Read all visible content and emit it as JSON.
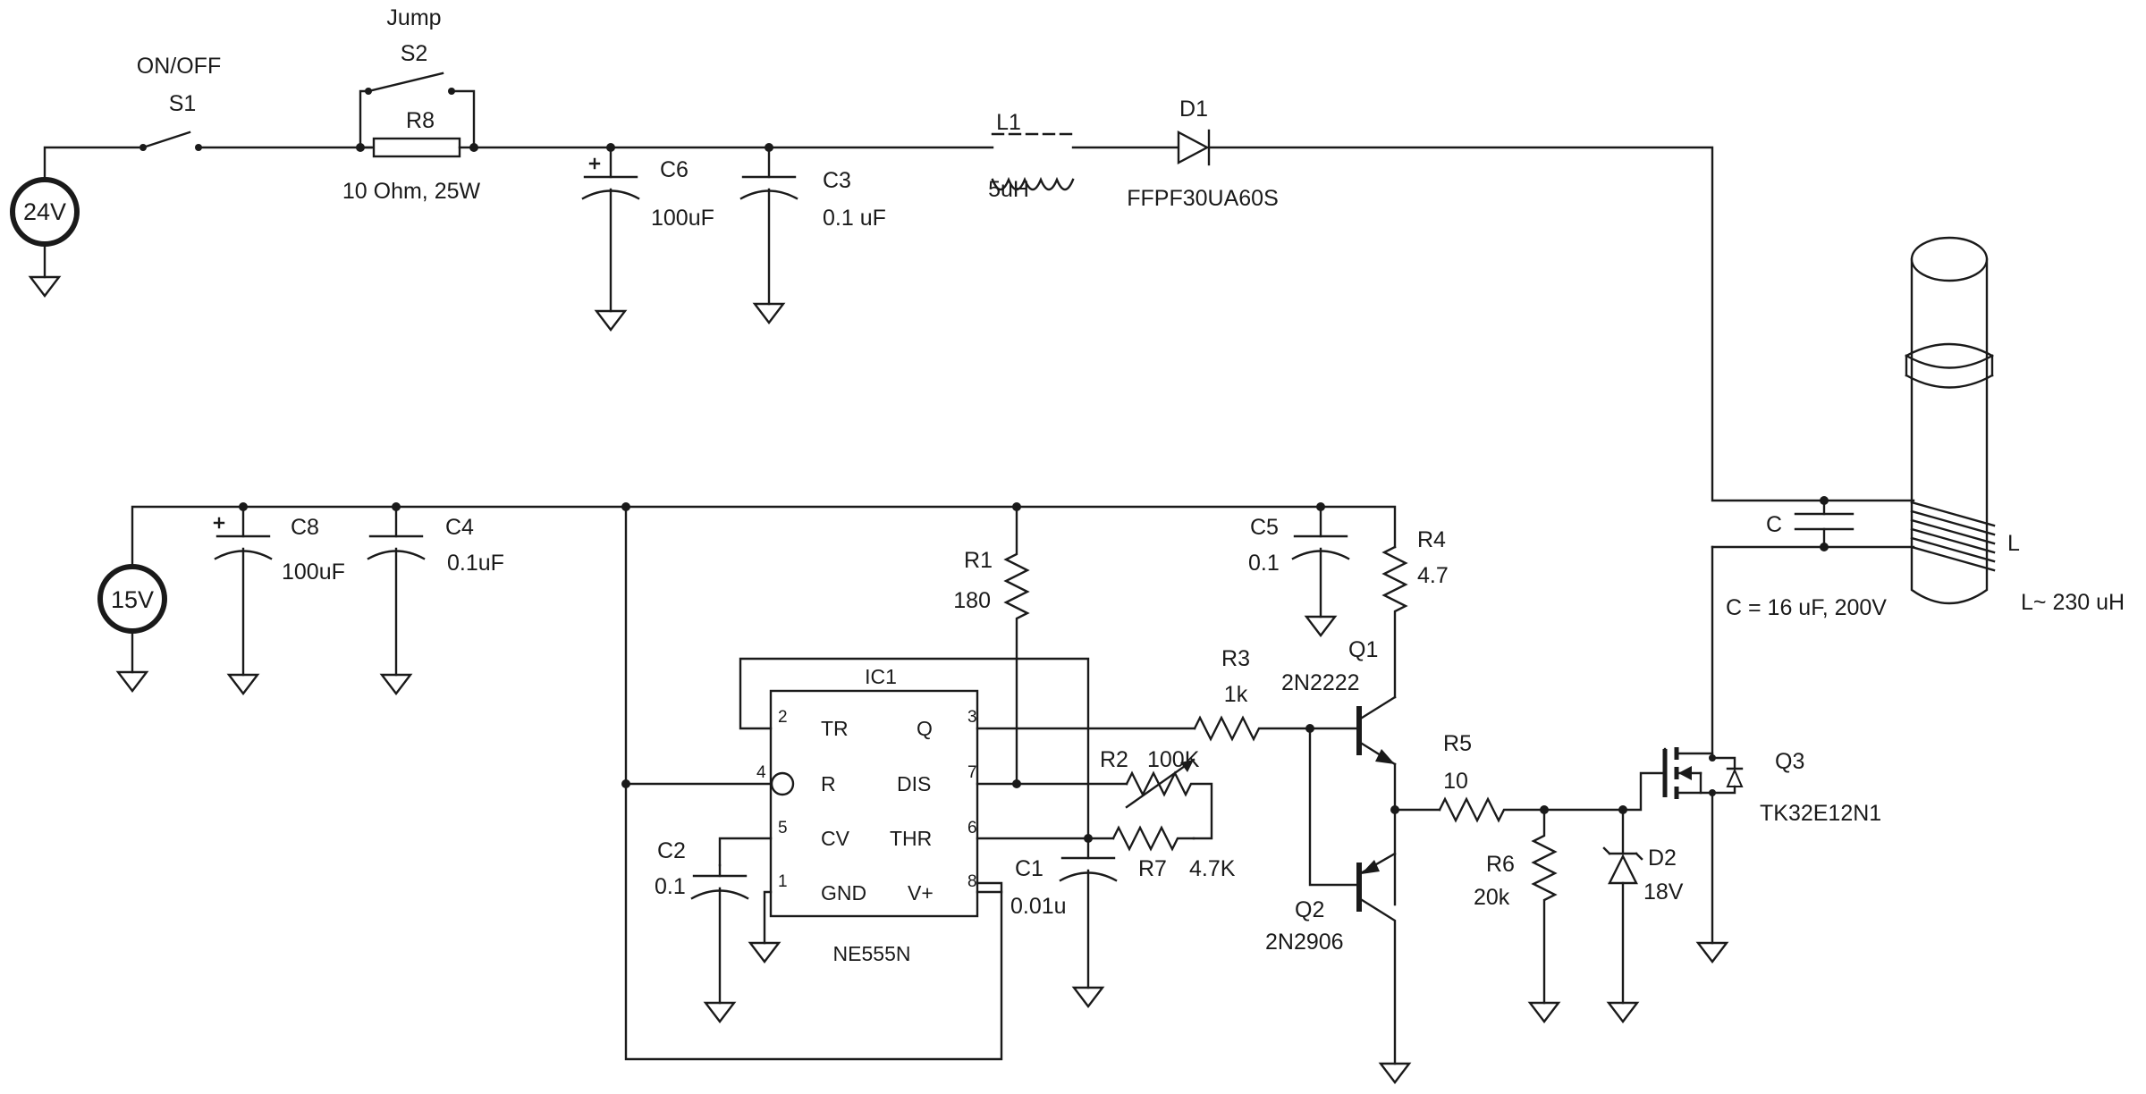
{
  "sources": {
    "v24": "24V",
    "v15": "15V"
  },
  "switches": {
    "s1_function": "ON/OFF",
    "s1_ref": "S1",
    "s2_function": "Jump",
    "s2_ref": "S2"
  },
  "resistors": {
    "r8_ref": "R8",
    "r8_value": "10 Ohm, 25W",
    "r1_ref": "R1",
    "r1_value": "180",
    "r4_ref": "R4",
    "r4_value": "4.7",
    "r3_ref": "R3",
    "r3_value": "1k",
    "r2_ref": "R2",
    "r2_value": "100K",
    "r7_ref": "R7",
    "r7_value": "4.7K",
    "r5_ref": "R5",
    "r5_value": "10",
    "r6_ref": "R6",
    "r6_value": "20k"
  },
  "capacitors": {
    "c6_ref": "C6",
    "c6_value": "100uF",
    "c3_ref": "C3",
    "c3_value": "0.1 uF",
    "c8_ref": "C8",
    "c8_value": "100uF",
    "c4_ref": "C4",
    "c4_value": "0.1uF",
    "c5_ref": "C5",
    "c5_value": "0.1",
    "c2_ref": "C2",
    "c2_value": "0.1",
    "c1_ref": "C1",
    "c1_value": "0.01u",
    "c_ref": "C",
    "c_value": "C = 16 uF, 200V"
  },
  "inductors": {
    "l1_ref": "L1",
    "l1_value": "5uH",
    "l_ref": "L",
    "l_value": "L~ 230 uH"
  },
  "diodes": {
    "d1_ref": "D1",
    "d1_part": "FFPF30UA60S",
    "d2_ref": "D2",
    "d2_value": "18V"
  },
  "transistors": {
    "q1_ref": "Q1",
    "q1_part": "2N2222",
    "q2_ref": "Q2",
    "q2_part": "2N2906",
    "q3_ref": "Q3",
    "q3_part": "TK32E12N1"
  },
  "ic": {
    "ref": "IC1",
    "part": "NE555N",
    "pins": {
      "p2_num": "2",
      "p2_name": "TR",
      "p3_num": "3",
      "p3_name": "Q",
      "p4_num": "4",
      "p4_name": "R",
      "p7_num": "7",
      "p7_name": "DIS",
      "p5_num": "5",
      "p5_name": "CV",
      "p6_num": "6",
      "p6_name": "THR",
      "p1_num": "1",
      "p1_name": "GND",
      "p8_num": "8",
      "p8_name": "V+"
    }
  },
  "colors": {
    "ink": "#1a1a1a",
    "background": "#ffffff"
  }
}
